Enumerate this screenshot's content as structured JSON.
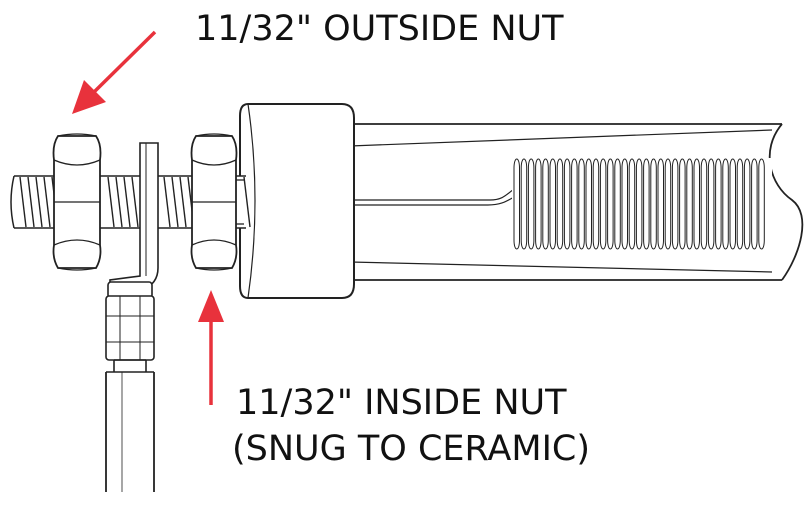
{
  "diagram": {
    "callouts": {
      "outside_nut": {
        "label": "11/32\" OUTSIDE NUT"
      },
      "inside_nut": {
        "line1": "11/32\" INSIDE NUT",
        "line2": "(SNUG TO CERAMIC)"
      }
    },
    "colors": {
      "arrow": "#e8323c",
      "line": "#222222",
      "text": "#111111"
    }
  }
}
